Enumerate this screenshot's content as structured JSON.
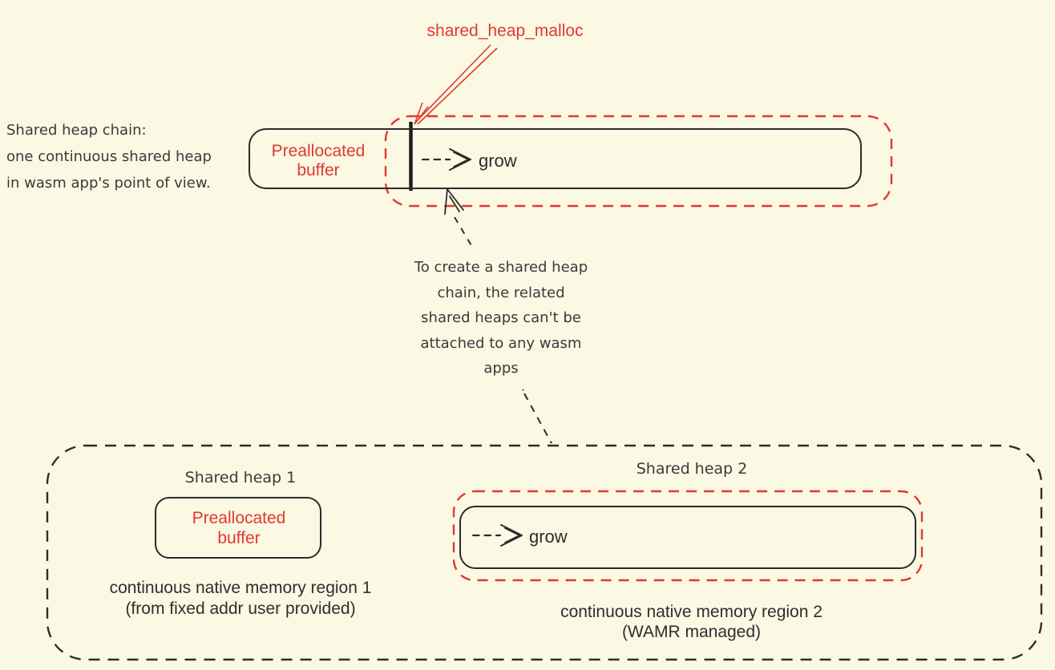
{
  "colors": {
    "background": "#fbf8e3",
    "accent_red": "#e03a30",
    "text_dark": "#3a3a3a",
    "outline_black": "#2b2b2b"
  },
  "malloc_label": "shared_heap_malloc",
  "left_note": {
    "lines": [
      "Shared heap chain:",
      "one continuous shared heap",
      "in wasm app's point of view."
    ]
  },
  "main_bar": {
    "prealloc_lines": [
      "Preallocated",
      "buffer"
    ],
    "grow_label": "grow"
  },
  "middle_note": {
    "lines": [
      "To create a shared heap",
      "chain, the related",
      "shared heaps can't be",
      "attached to any wasm",
      "apps"
    ]
  },
  "bottom_group": {
    "heap1": {
      "title": "Shared heap 1",
      "box_lines": [
        "Preallocated",
        "buffer"
      ],
      "caption_lines": [
        "continuous native memory region 1",
        "(from fixed addr user provided)"
      ]
    },
    "heap2": {
      "title": "Shared heap 2",
      "grow_label": "grow",
      "caption_lines": [
        "continuous native memory region 2",
        "(WAMR managed)"
      ]
    }
  }
}
